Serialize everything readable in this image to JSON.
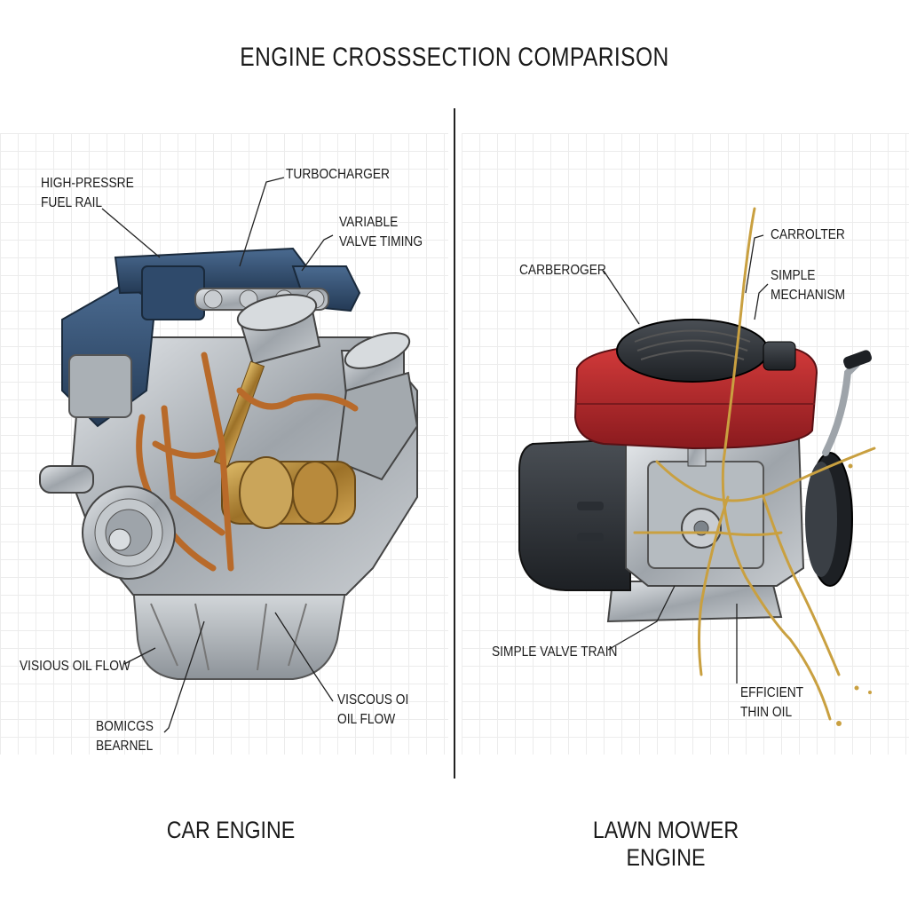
{
  "title": "ENGINE CROSSSECTION COMPARISON",
  "car": {
    "caption": "CAR ENGINE",
    "labels": {
      "fuel_rail": "HIGH-PRESSRE\nFUEL RAIL",
      "turbo": "TURBOCHARGER",
      "vvt": "VARIABLE\nVALVE TIMING",
      "oil_left": "VISIOUS OIL FLOW",
      "bearing": "BOMICGS\nBEARNEL",
      "oil_right": "VISCOUS OI\nOIL FLOW"
    }
  },
  "mower": {
    "caption": "LAWN MOWER ENGINE",
    "labels": {
      "carb_left": "CARBEROGER",
      "carb_top": "CARROLTER",
      "simple_mech": "SIMPLE\nMECHANISM",
      "valve_train": "SIMPLE VALVE TRAIN",
      "thin_oil": "EFFICIENT\nTHIN OIL"
    }
  },
  "colors": {
    "engine_blue": "#2f4a6b",
    "copper": "#b86a2a",
    "brass": "#b48a3a",
    "mower_red": "#b0262a",
    "oil_gold": "#c9a040"
  }
}
